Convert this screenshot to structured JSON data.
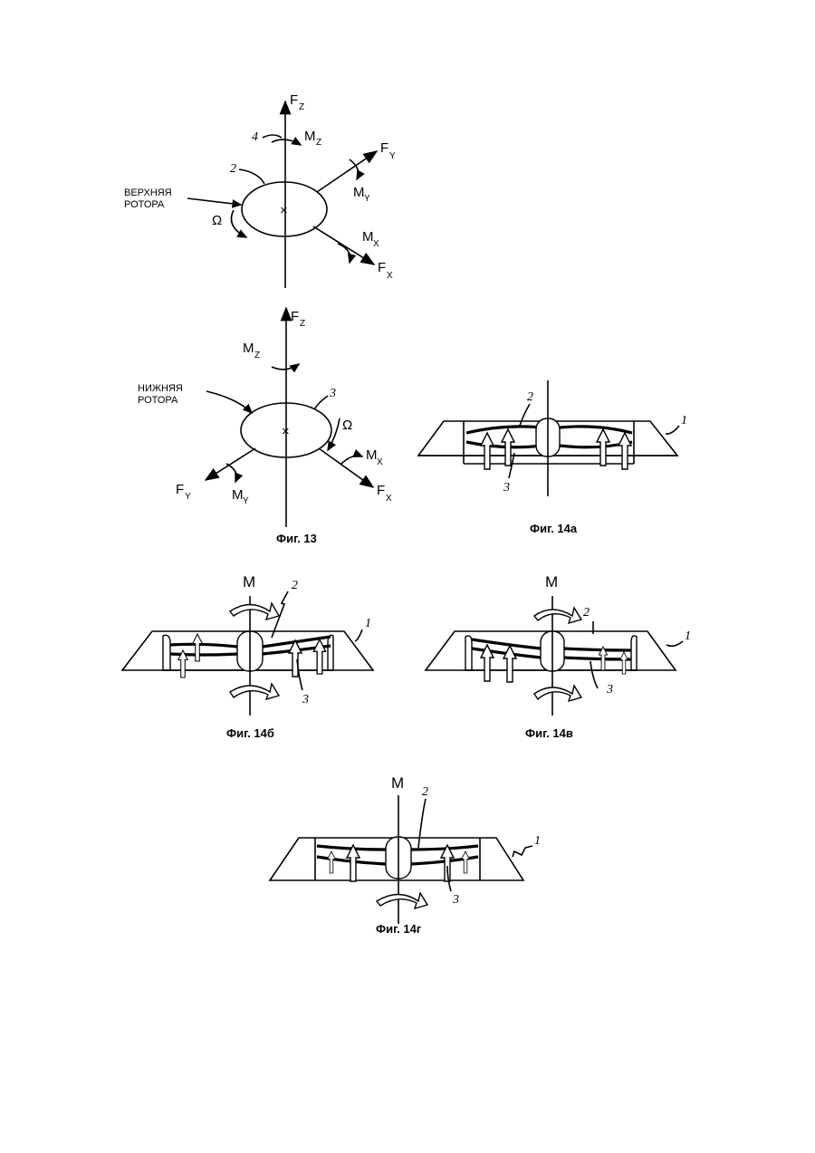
{
  "figures": {
    "fig13": {
      "caption": "Фиг. 13",
      "upper": {
        "axis_z": "F",
        "axis_z_sub": "Z",
        "moment_z": "M",
        "moment_z_sub": "Z",
        "axis_y": "F",
        "axis_y_sub": "Y",
        "moment_y": "M",
        "moment_y_sub": "Y",
        "axis_x": "F",
        "axis_x_sub": "X",
        "moment_x": "M",
        "moment_x_sub": "X",
        "ref_4": "4",
        "ref_2": "2",
        "label_line1": "ВЕРХНЯЯ",
        "label_line2": "РОТОРА",
        "omega": "Ω"
      },
      "lower": {
        "axis_z": "F",
        "axis_z_sub": "Z",
        "moment_z": "M",
        "moment_z_sub": "Z",
        "axis_y": "F",
        "axis_y_sub": "Y",
        "moment_y": "M",
        "moment_y_sub": "Y",
        "axis_x": "F",
        "axis_x_sub": "X",
        "moment_x": "M",
        "moment_x_sub": "X",
        "ref_3": "3",
        "label_line1": "НИЖНЯЯ",
        "label_line2": "РОТОРА",
        "omega": "Ω"
      }
    },
    "fig14a": {
      "caption": "Фиг. 14а",
      "ref_1": "1",
      "ref_2": "2",
      "ref_3": "3"
    },
    "fig14b": {
      "caption": "Фиг. 14б",
      "moment": "M",
      "ref_1": "1",
      "ref_2": "2",
      "ref_3": "3"
    },
    "fig14v": {
      "caption": "Фиг. 14в",
      "moment": "M",
      "ref_1": "1",
      "ref_2": "2",
      "ref_3": "3"
    },
    "fig14g": {
      "caption": "Фиг. 14г",
      "moment": "M",
      "ref_1": "1",
      "ref_2": "2",
      "ref_3": "3"
    }
  }
}
